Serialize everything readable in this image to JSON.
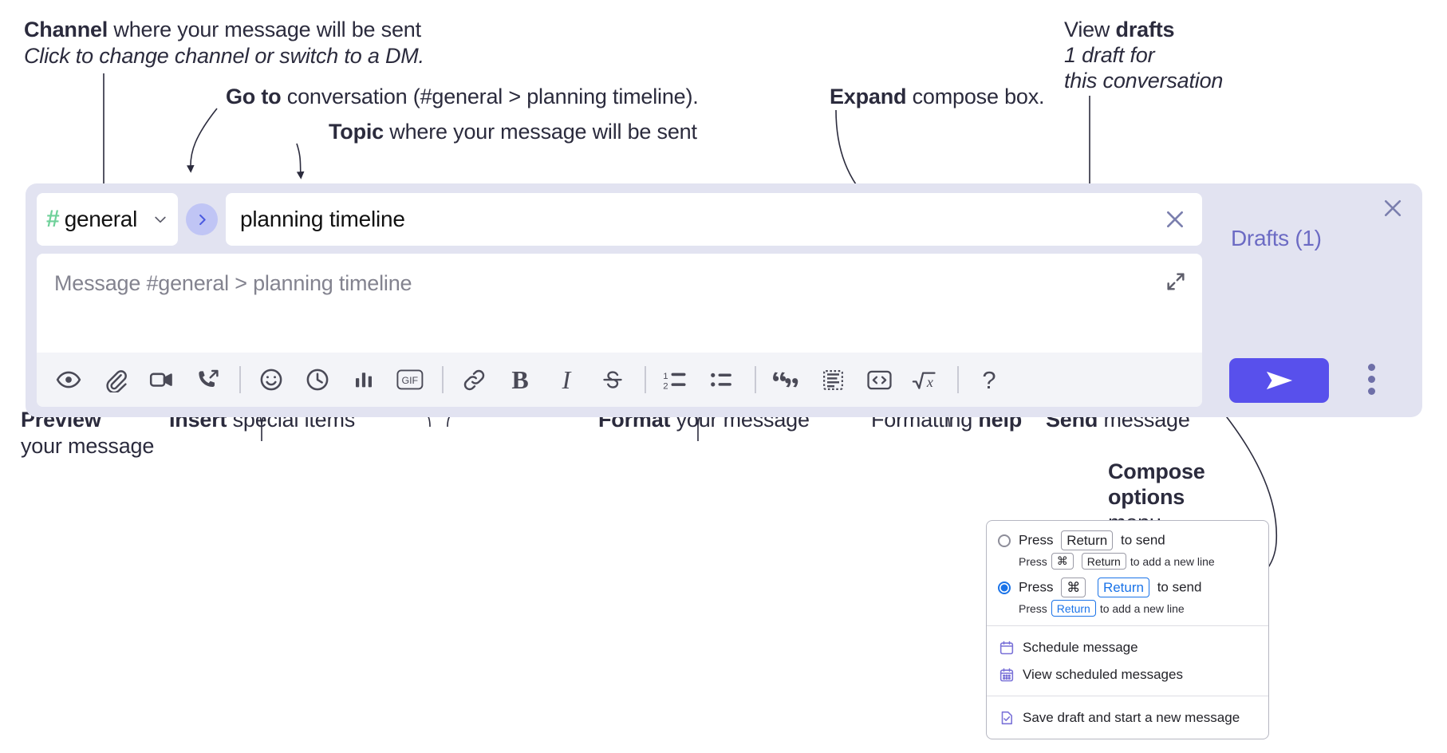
{
  "annotations": {
    "channel": {
      "bold": "Channel",
      "rest": " where your message will be sent",
      "sub": "Click to change channel or switch to a DM."
    },
    "goto": {
      "bold": "Go to",
      "rest": " conversation (#general > planning timeline)."
    },
    "topic": {
      "bold": "Topic",
      "rest": " where your message will be sent"
    },
    "expand": {
      "bold": "Expand",
      "rest": " compose box."
    },
    "drafts": {
      "bold": "drafts",
      "pre": "View ",
      "sub1": "1 draft for",
      "sub2": "this conversation"
    },
    "preview": {
      "bold": "Preview",
      "sub": "your message"
    },
    "insert": {
      "bold": "Insert",
      "rest": " special items"
    },
    "format": {
      "bold": "Format",
      "rest": " your message"
    },
    "help": {
      "pre": "Formatting ",
      "bold": "help"
    },
    "send": {
      "bold": "Send",
      "rest": " message"
    },
    "compose_options": {
      "bold1": "Compose",
      "bold2": "options",
      "rest": "menu"
    }
  },
  "compose": {
    "channel_hash": "#",
    "channel_name": "general",
    "topic_value": "planning timeline",
    "message_placeholder": "Message #general > planning timeline",
    "drafts_label": "Drafts (1)",
    "toolbar": [
      {
        "name": "preview-icon",
        "label": "Preview"
      },
      {
        "name": "attachment-icon",
        "label": "Attach file"
      },
      {
        "name": "video-icon",
        "label": "Video"
      },
      {
        "name": "call-icon",
        "label": "Call"
      },
      {
        "name": "separator",
        "label": ""
      },
      {
        "name": "emoji-icon",
        "label": "Emoji"
      },
      {
        "name": "clock-icon",
        "label": "Reminder"
      },
      {
        "name": "poll-icon",
        "label": "Poll"
      },
      {
        "name": "gif-icon",
        "label": "GIF"
      },
      {
        "name": "separator",
        "label": ""
      },
      {
        "name": "link-icon",
        "label": "Link"
      },
      {
        "name": "bold-icon",
        "label": "B"
      },
      {
        "name": "italic-icon",
        "label": "I"
      },
      {
        "name": "strikethrough-icon",
        "label": "S"
      },
      {
        "name": "separator",
        "label": ""
      },
      {
        "name": "ordered-list-icon",
        "label": "Numbered list"
      },
      {
        "name": "bulleted-list-icon",
        "label": "Bulleted list"
      },
      {
        "name": "separator",
        "label": ""
      },
      {
        "name": "quote-icon",
        "label": "Quote"
      },
      {
        "name": "spoiler-icon",
        "label": "Spoiler"
      },
      {
        "name": "code-icon",
        "label": "Code"
      },
      {
        "name": "math-icon",
        "label": "Math"
      },
      {
        "name": "separator",
        "label": ""
      },
      {
        "name": "help-icon",
        "label": "?"
      }
    ]
  },
  "menu": {
    "option1": {
      "pre": "Press",
      "key": "Return",
      "post": "to send"
    },
    "option1_sub": {
      "pre": "Press",
      "key1": "⌘",
      "key2": "Return",
      "post": "to add a new line"
    },
    "option2": {
      "pre": "Press",
      "key1": "⌘",
      "key2": "Return",
      "post": "to send"
    },
    "option2_sub": {
      "pre": "Press",
      "key": "Return",
      "post": "to add a new line"
    },
    "items": [
      {
        "icon": "calendar-icon",
        "label": "Schedule message"
      },
      {
        "icon": "calendar-grid-icon",
        "label": "View scheduled messages"
      },
      {
        "icon": "save-draft-icon",
        "label": "Save draft and start a new message"
      }
    ]
  },
  "colors": {
    "compose_bg": "#e2e3f1",
    "send_button": "#5850ec",
    "hash_green": "#6fd19a",
    "drafts_text": "#6c6bc4",
    "radio_blue": "#1a73e8"
  }
}
